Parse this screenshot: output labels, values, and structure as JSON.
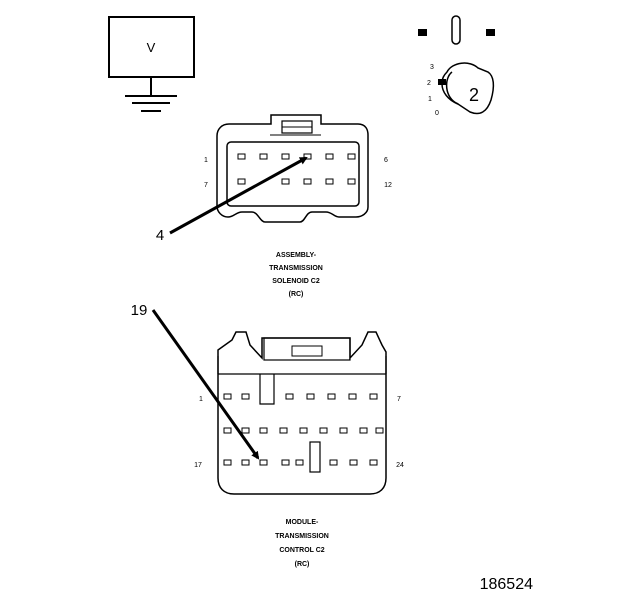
{
  "meter": {
    "label": "V"
  },
  "key_switch": {
    "positions": [
      "3",
      "2",
      "1",
      "0"
    ],
    "selected": "2"
  },
  "connector_c2_solenoid": {
    "pin_first_top": "1",
    "pin_last_top": "6",
    "pin_first_bottom": "7",
    "pin_last_bottom": "12",
    "callout": "4",
    "caption": [
      "ASSEMBLY-",
      "TRANSMISSION",
      "SOLENOID C2",
      "(RC)"
    ]
  },
  "connector_c2_module": {
    "pin_first_top": "1",
    "pin_last_top": "7",
    "pin_first_bottom": "17",
    "pin_last_bottom": "24",
    "callout": "19",
    "caption": [
      "MODULE-",
      "TRANSMISSION",
      "CONTROL C2",
      "(RC)"
    ]
  },
  "figure_id": "186524",
  "colors": {
    "ink": "#000000",
    "background": "#ffffff"
  }
}
